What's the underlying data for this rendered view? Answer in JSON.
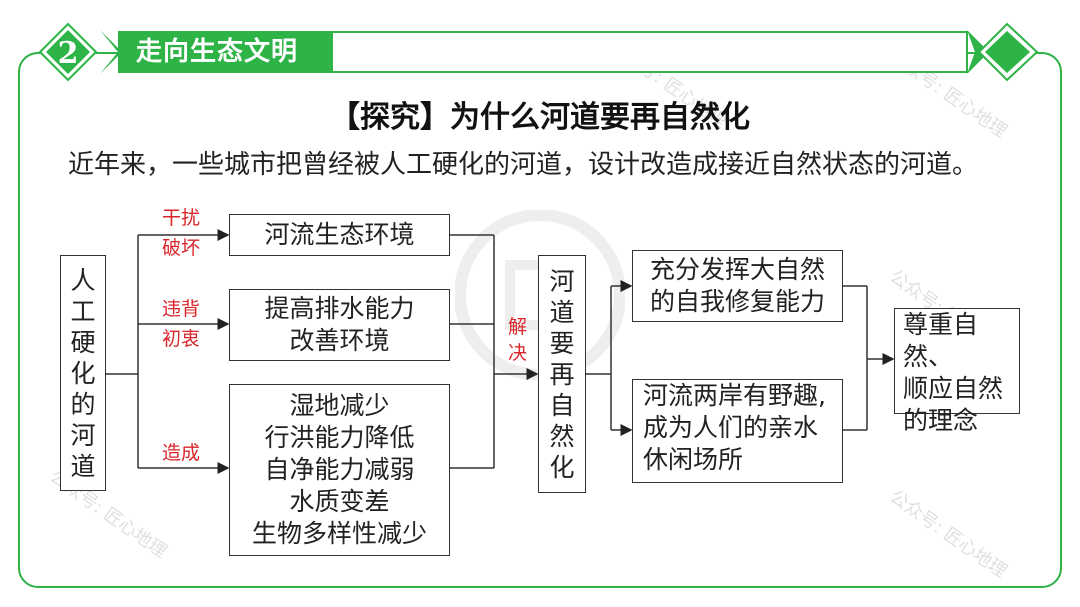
{
  "header": {
    "number": "2",
    "title": "走向生态文明"
  },
  "title": "【探究】为什么河道要再自然化",
  "intro": "近年来，一些城市把曾经被人工硬化的河道，设计改造成接近自然状态的河道。",
  "diagram": {
    "source": [
      "人",
      "工",
      "硬",
      "化",
      "的",
      "河",
      "道"
    ],
    "edge_labels": {
      "disturb": [
        "干扰",
        "破坏"
      ],
      "violate": [
        "违背",
        "初衷"
      ],
      "cause": "造成",
      "solve": [
        "解",
        "决"
      ]
    },
    "impacts": {
      "eco": "河流生态环境",
      "drainage": [
        "提高排水能力",
        "改善环境"
      ],
      "effects": [
        "湿地减少",
        "行洪能力降低",
        "自净能力减弱",
        "水质变差",
        "生物多样性减少"
      ]
    },
    "center": [
      "河",
      "道",
      "要",
      "再",
      "自",
      "然",
      "化"
    ],
    "benefits": {
      "repair": [
        "充分发挥大自然",
        "的自我修复能力"
      ],
      "leisure": [
        "河流两岸有野趣,",
        "成为人们的亲水",
        "休闲场所"
      ]
    },
    "result": [
      "尊重自然、",
      "顺应自然",
      "的理念"
    ]
  },
  "watermark": "公众号: 匠心地理",
  "colors": {
    "accent": "#2eb347",
    "label_red": "#d9262b",
    "line": "#333333"
  }
}
